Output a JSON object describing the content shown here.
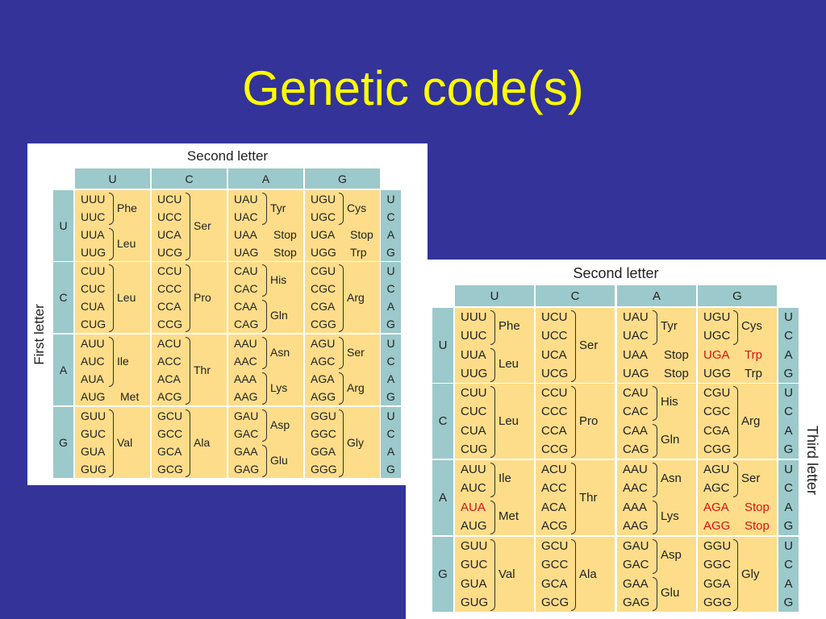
{
  "slide": {
    "title": "Genetic code(s)"
  },
  "labels": {
    "second_letter": "Second letter",
    "first_letter": "First letter",
    "third_letter": "Third letter",
    "bases": [
      "U",
      "C",
      "A",
      "G"
    ]
  },
  "tables": [
    {
      "blocks": [
        [
          {
            "codons": [
              "UUU",
              "UUC",
              "UUA",
              "UUG"
            ],
            "aa": [
              {
                "text": "Phe",
                "rows": [
                  0,
                  1
                ]
              },
              {
                "text": "Leu",
                "rows": [
                  2,
                  3
                ]
              }
            ]
          },
          {
            "codons": [
              "UCU",
              "UCC",
              "UCA",
              "UCG"
            ],
            "aa": [
              {
                "text": "Ser",
                "rows": [
                  0,
                  3
                ]
              }
            ]
          },
          {
            "codons": [
              "UAU",
              "UAC",
              "UAA",
              "UAG"
            ],
            "aa": [
              {
                "text": "Tyr",
                "rows": [
                  0,
                  1
                ]
              },
              {
                "text": "Stop",
                "rows": [
                  2,
                  2
                ]
              },
              {
                "text": "Stop",
                "rows": [
                  3,
                  3
                ]
              }
            ]
          },
          {
            "codons": [
              "UGU",
              "UGC",
              "UGA",
              "UGG"
            ],
            "aa": [
              {
                "text": "Cys",
                "rows": [
                  0,
                  1
                ]
              },
              {
                "text": "Stop",
                "rows": [
                  2,
                  2
                ]
              },
              {
                "text": "Trp",
                "rows": [
                  3,
                  3
                ]
              }
            ]
          }
        ],
        [
          {
            "codons": [
              "CUU",
              "CUC",
              "CUA",
              "CUG"
            ],
            "aa": [
              {
                "text": "Leu",
                "rows": [
                  0,
                  3
                ]
              }
            ]
          },
          {
            "codons": [
              "CCU",
              "CCC",
              "CCA",
              "CCG"
            ],
            "aa": [
              {
                "text": "Pro",
                "rows": [
                  0,
                  3
                ]
              }
            ]
          },
          {
            "codons": [
              "CAU",
              "CAC",
              "CAA",
              "CAG"
            ],
            "aa": [
              {
                "text": "His",
                "rows": [
                  0,
                  1
                ]
              },
              {
                "text": "Gln",
                "rows": [
                  2,
                  3
                ]
              }
            ]
          },
          {
            "codons": [
              "CGU",
              "CGC",
              "CGA",
              "CGG"
            ],
            "aa": [
              {
                "text": "Arg",
                "rows": [
                  0,
                  3
                ]
              }
            ]
          }
        ],
        [
          {
            "codons": [
              "AUU",
              "AUC",
              "AUA",
              "AUG"
            ],
            "aa": [
              {
                "text": "Ile",
                "rows": [
                  0,
                  2
                ]
              },
              {
                "text": "Met",
                "rows": [
                  3,
                  3
                ]
              }
            ]
          },
          {
            "codons": [
              "ACU",
              "ACC",
              "ACA",
              "ACG"
            ],
            "aa": [
              {
                "text": "Thr",
                "rows": [
                  0,
                  3
                ]
              }
            ]
          },
          {
            "codons": [
              "AAU",
              "AAC",
              "AAA",
              "AAG"
            ],
            "aa": [
              {
                "text": "Asn",
                "rows": [
                  0,
                  1
                ]
              },
              {
                "text": "Lys",
                "rows": [
                  2,
                  3
                ]
              }
            ]
          },
          {
            "codons": [
              "AGU",
              "AGC",
              "AGA",
              "AGG"
            ],
            "aa": [
              {
                "text": "Ser",
                "rows": [
                  0,
                  1
                ]
              },
              {
                "text": "Arg",
                "rows": [
                  2,
                  3
                ]
              }
            ]
          }
        ],
        [
          {
            "codons": [
              "GUU",
              "GUC",
              "GUA",
              "GUG"
            ],
            "aa": [
              {
                "text": "Val",
                "rows": [
                  0,
                  3
                ]
              }
            ]
          },
          {
            "codons": [
              "GCU",
              "GCC",
              "GCA",
              "GCG"
            ],
            "aa": [
              {
                "text": "Ala",
                "rows": [
                  0,
                  3
                ]
              }
            ]
          },
          {
            "codons": [
              "GAU",
              "GAC",
              "GAA",
              "GAG"
            ],
            "aa": [
              {
                "text": "Asp",
                "rows": [
                  0,
                  1
                ]
              },
              {
                "text": "Glu",
                "rows": [
                  2,
                  3
                ]
              }
            ]
          },
          {
            "codons": [
              "GGU",
              "GGC",
              "GGA",
              "GGG"
            ],
            "aa": [
              {
                "text": "Gly",
                "rows": [
                  0,
                  3
                ]
              }
            ]
          }
        ]
      ]
    },
    {
      "blocks": [
        [
          {
            "codons": [
              "UUU",
              "UUC",
              "UUA",
              "UUG"
            ],
            "aa": [
              {
                "text": "Phe",
                "rows": [
                  0,
                  1
                ]
              },
              {
                "text": "Leu",
                "rows": [
                  2,
                  3
                ]
              }
            ]
          },
          {
            "codons": [
              "UCU",
              "UCC",
              "UCA",
              "UCG"
            ],
            "aa": [
              {
                "text": "Ser",
                "rows": [
                  0,
                  3
                ]
              }
            ]
          },
          {
            "codons": [
              "UAU",
              "UAC",
              "UAA",
              "UAG"
            ],
            "aa": [
              {
                "text": "Tyr",
                "rows": [
                  0,
                  1
                ]
              },
              {
                "text": "Stop",
                "rows": [
                  2,
                  2
                ]
              },
              {
                "text": "Stop",
                "rows": [
                  3,
                  3
                ]
              }
            ]
          },
          {
            "codons": [
              "UGU",
              "UGC",
              "UGA",
              "UGG"
            ],
            "red_codons": [
              2
            ],
            "aa": [
              {
                "text": "Cys",
                "rows": [
                  0,
                  1
                ]
              },
              {
                "text": "Trp",
                "rows": [
                  2,
                  2
                ],
                "red": true
              },
              {
                "text": "Trp",
                "rows": [
                  3,
                  3
                ]
              }
            ]
          }
        ],
        [
          {
            "codons": [
              "CUU",
              "CUC",
              "CUA",
              "CUG"
            ],
            "aa": [
              {
                "text": "Leu",
                "rows": [
                  0,
                  3
                ]
              }
            ]
          },
          {
            "codons": [
              "CCU",
              "CCC",
              "CCA",
              "CCG"
            ],
            "aa": [
              {
                "text": "Pro",
                "rows": [
                  0,
                  3
                ]
              }
            ]
          },
          {
            "codons": [
              "CAU",
              "CAC",
              "CAA",
              "CAG"
            ],
            "aa": [
              {
                "text": "His",
                "rows": [
                  0,
                  1
                ]
              },
              {
                "text": "Gln",
                "rows": [
                  2,
                  3
                ]
              }
            ]
          },
          {
            "codons": [
              "CGU",
              "CGC",
              "CGA",
              "CGG"
            ],
            "aa": [
              {
                "text": "Arg",
                "rows": [
                  0,
                  3
                ]
              }
            ]
          }
        ],
        [
          {
            "codons": [
              "AUU",
              "AUC",
              "AUA",
              "AUG"
            ],
            "red_codons": [
              2
            ],
            "aa": [
              {
                "text": "Ile",
                "rows": [
                  0,
                  1
                ]
              },
              {
                "text": "Met",
                "rows": [
                  2,
                  3
                ]
              }
            ]
          },
          {
            "codons": [
              "ACU",
              "ACC",
              "ACA",
              "ACG"
            ],
            "aa": [
              {
                "text": "Thr",
                "rows": [
                  0,
                  3
                ]
              }
            ]
          },
          {
            "codons": [
              "AAU",
              "AAC",
              "AAA",
              "AAG"
            ],
            "aa": [
              {
                "text": "Asn",
                "rows": [
                  0,
                  1
                ]
              },
              {
                "text": "Lys",
                "rows": [
                  2,
                  3
                ]
              }
            ]
          },
          {
            "codons": [
              "AGU",
              "AGC",
              "AGA",
              "AGG"
            ],
            "red_codons": [
              2,
              3
            ],
            "aa": [
              {
                "text": "Ser",
                "rows": [
                  0,
                  1
                ]
              },
              {
                "text": "Stop",
                "rows": [
                  2,
                  2
                ],
                "red": true
              },
              {
                "text": "Stop",
                "rows": [
                  3,
                  3
                ],
                "red": true
              }
            ]
          }
        ],
        [
          {
            "codons": [
              "GUU",
              "GUC",
              "GUA",
              "GUG"
            ],
            "aa": [
              {
                "text": "Val",
                "rows": [
                  0,
                  3
                ]
              }
            ]
          },
          {
            "codons": [
              "GCU",
              "GCC",
              "GCA",
              "GCG"
            ],
            "aa": [
              {
                "text": "Ala",
                "rows": [
                  0,
                  3
                ]
              }
            ]
          },
          {
            "codons": [
              "GAU",
              "GAC",
              "GAA",
              "GAG"
            ],
            "aa": [
              {
                "text": "Asp",
                "rows": [
                  0,
                  1
                ]
              },
              {
                "text": "Glu",
                "rows": [
                  2,
                  3
                ]
              }
            ]
          },
          {
            "codons": [
              "GGU",
              "GGC",
              "GGA",
              "GGG"
            ],
            "aa": [
              {
                "text": "Gly",
                "rows": [
                  0,
                  3
                ]
              }
            ]
          }
        ]
      ]
    }
  ],
  "colors": {
    "background": "#333399",
    "title": "#ffff00",
    "header_fill": "#9cc9cb",
    "cell_fill": "#fddd8a",
    "highlight": "#dd1111"
  }
}
